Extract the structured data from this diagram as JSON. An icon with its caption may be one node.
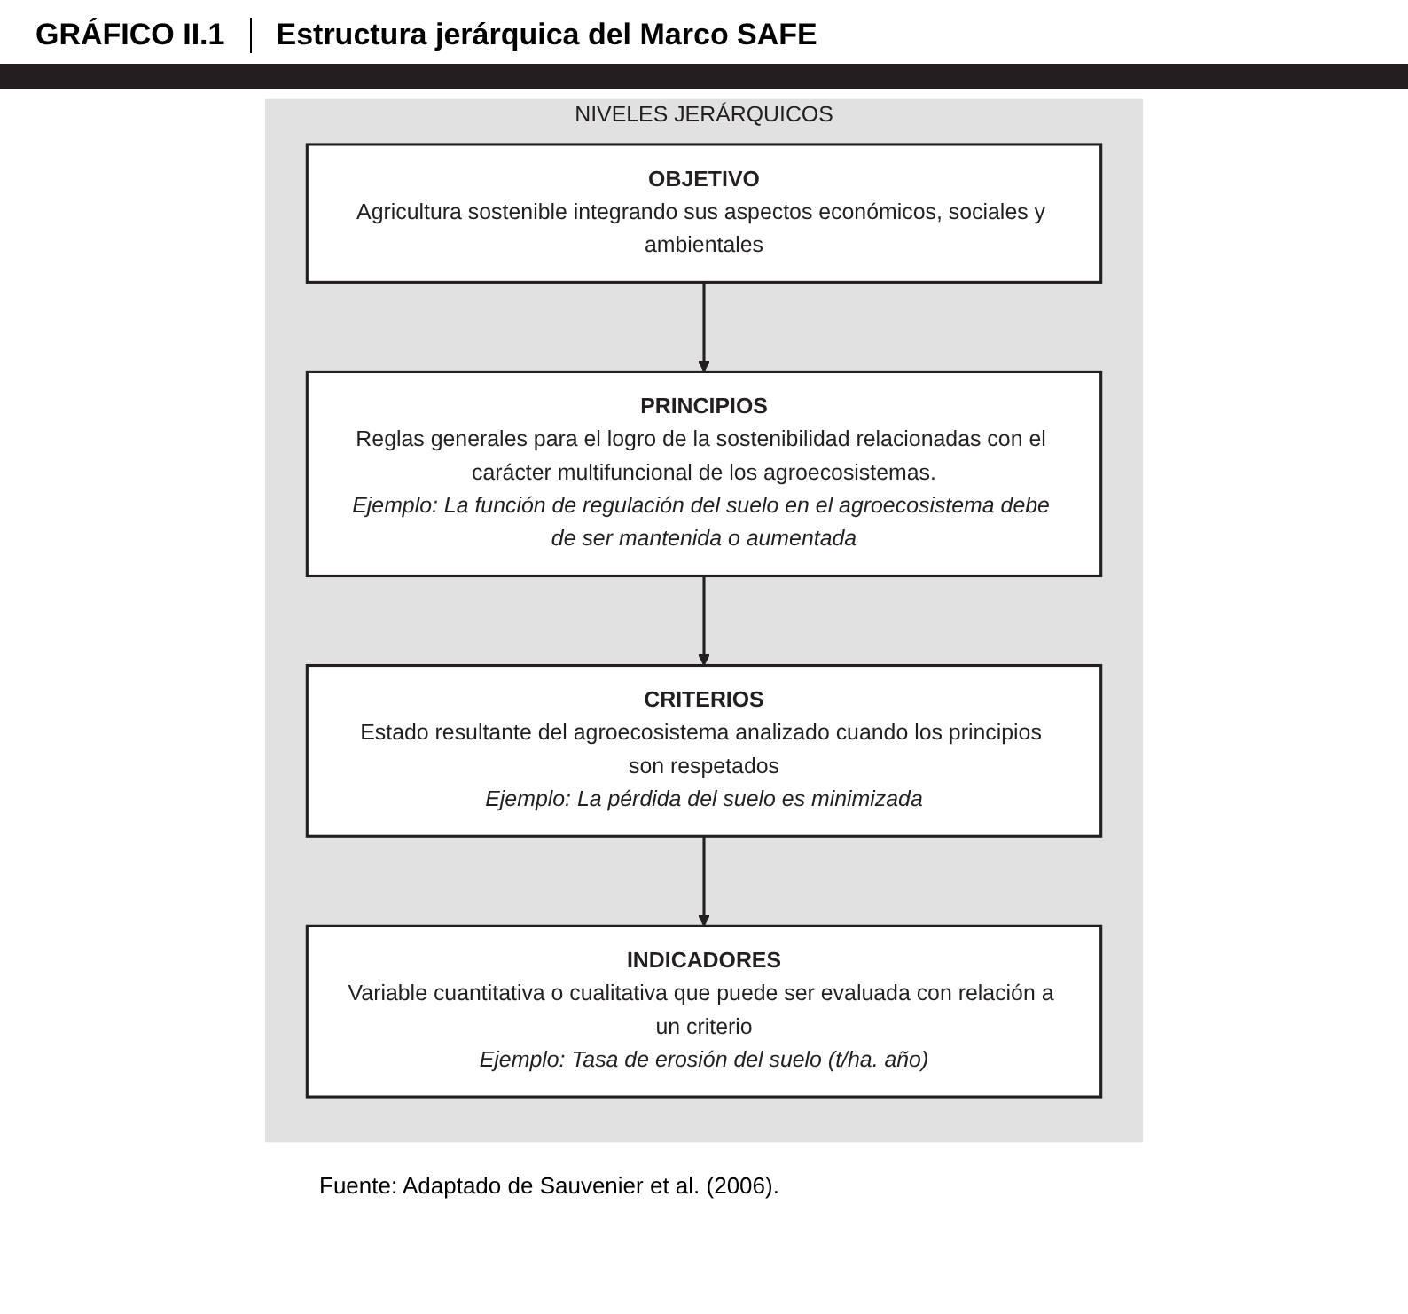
{
  "diagram": {
    "title": "Estructura jerárquica del Marco SAFE",
    "caption": "Fuente: Adaptado de Sauvenier et al. (2006).",
    "labels": [
      "GRÁFICO II.1"
    ],
    "nodes": [
      {
        "text": [
          "NIVELES JERÁRQUICOS"
        ]
      },
      {
        "text": [
          "OBJETIVO",
          "Agricultura sostenible integrando sus aspectos económicos, sociales y ambientales"
        ],
        "in": 0
      },
      {
        "text": [
          "PRINCIPIOS",
          "Reglas generales para el logro de la sostenibilidad relacionadas con el carácter multifuncional de los agroecosistemas.",
          "Ejemplo: La función de regulación del suelo en el agroecosistema debe de ser mantenida o aumentada"
        ],
        "in": 0
      },
      {
        "text": [
          "CRITERIOS",
          "Estado resultante del agroecosistema analizado cuando los principios son respetados",
          "Ejemplo: La pérdida del suelo es minimizada"
        ],
        "in": 0
      },
      {
        "text": [
          "INDICADORES",
          "Variable cuantitativa o cualitativa que puede ser evaluada con relación a un criterio",
          "Ejemplo: Tasa de erosión del suelo (t/ha. año)"
        ],
        "in": 0
      }
    ],
    "edges": [
      {
        "from": 1,
        "to": 2,
        "arrow": "to"
      },
      {
        "from": 2,
        "to": 3,
        "arrow": "to"
      },
      {
        "from": 3,
        "to": 4,
        "arrow": "to"
      }
    ]
  }
}
